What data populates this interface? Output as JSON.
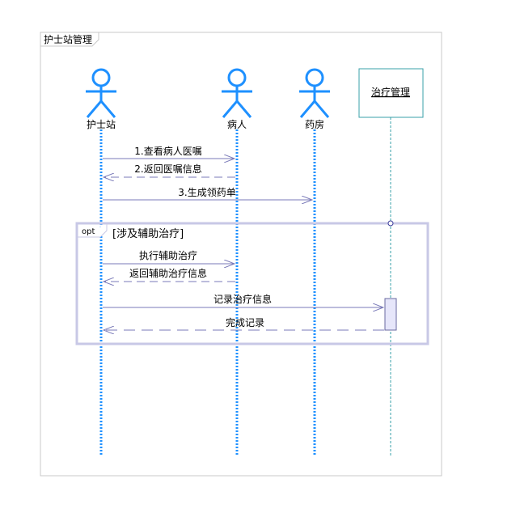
{
  "frame": {
    "title": "护士站管理"
  },
  "actors": [
    {
      "id": "nurse",
      "label": "护士站"
    },
    {
      "id": "patient",
      "label": "病人"
    },
    {
      "id": "pharmacy",
      "label": "药房"
    }
  ],
  "objects": [
    {
      "id": "treatment",
      "label": "治疗管理"
    }
  ],
  "messages": [
    {
      "label": "1.查看病人医嘱",
      "type": "call"
    },
    {
      "label": "2.返回医嘱信息",
      "type": "return"
    },
    {
      "label": "3.生成领药单",
      "type": "call"
    },
    {
      "label": "执行辅助治疗",
      "type": "call"
    },
    {
      "label": "返回辅助治疗信息",
      "type": "return"
    },
    {
      "label": "记录治疗信息",
      "type": "call"
    },
    {
      "label": "完成记录",
      "type": "return"
    }
  ],
  "fragment": {
    "operator": "opt",
    "guard": "[涉及辅助治疗]"
  },
  "colors": {
    "actor": "#1e90ff",
    "lifeline": "#1e90ff",
    "object_border": "#3aa0a8",
    "object_fill": "#ffffff",
    "fragment_border": "#c8c8e6",
    "message": "#7a7ab8",
    "activation_fill": "#e6e6fa",
    "activation_border": "#6a6aa0",
    "frame_border": "#c8c8c8"
  }
}
